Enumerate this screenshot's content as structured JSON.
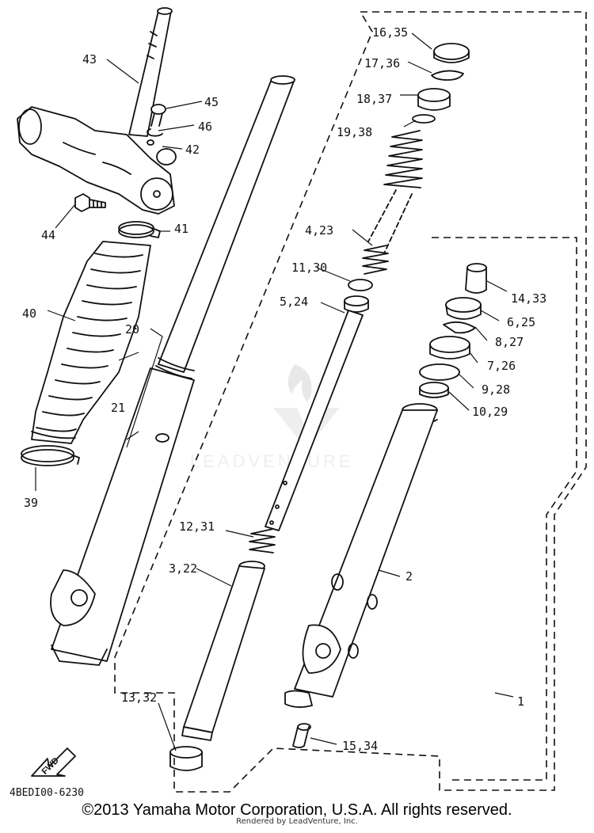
{
  "diagram": {
    "part_labels": [
      {
        "id": "lbl-43",
        "text": "43"
      },
      {
        "id": "lbl-45",
        "text": "45"
      },
      {
        "id": "lbl-46",
        "text": "46"
      },
      {
        "id": "lbl-42",
        "text": "42"
      },
      {
        "id": "lbl-44",
        "text": "44"
      },
      {
        "id": "lbl-41",
        "text": "41"
      },
      {
        "id": "lbl-40",
        "text": "40"
      },
      {
        "id": "lbl-20",
        "text": "20"
      },
      {
        "id": "lbl-21",
        "text": "21"
      },
      {
        "id": "lbl-39",
        "text": "39"
      },
      {
        "id": "lbl-16-35",
        "text": "16,35"
      },
      {
        "id": "lbl-17-36",
        "text": "17,36"
      },
      {
        "id": "lbl-18-37",
        "text": "18,37"
      },
      {
        "id": "lbl-19-38",
        "text": "19,38"
      },
      {
        "id": "lbl-4-23",
        "text": "4,23"
      },
      {
        "id": "lbl-11-30",
        "text": "11,30"
      },
      {
        "id": "lbl-5-24",
        "text": "5,24"
      },
      {
        "id": "lbl-14-33",
        "text": "14,33"
      },
      {
        "id": "lbl-6-25",
        "text": "6,25"
      },
      {
        "id": "lbl-8-27",
        "text": "8,27"
      },
      {
        "id": "lbl-7-26",
        "text": "7,26"
      },
      {
        "id": "lbl-9-28",
        "text": "9,28"
      },
      {
        "id": "lbl-10-29",
        "text": "10,29"
      },
      {
        "id": "lbl-12-31",
        "text": "12,31"
      },
      {
        "id": "lbl-3-22",
        "text": "3,22"
      },
      {
        "id": "lbl-2",
        "text": "2"
      },
      {
        "id": "lbl-1",
        "text": "1"
      },
      {
        "id": "lbl-13-32",
        "text": "13,32"
      },
      {
        "id": "lbl-15-34",
        "text": "15,34"
      }
    ],
    "fwd_label": "FWD",
    "diagram_code": "4BEDI00-6230",
    "watermark": "LEADVENTURE"
  },
  "footer": {
    "copyright": "©2013 Yamaha Motor Corporation, U.S.A. All rights reserved.",
    "rendered_by": "Rendered by LeadVenture, Inc."
  }
}
